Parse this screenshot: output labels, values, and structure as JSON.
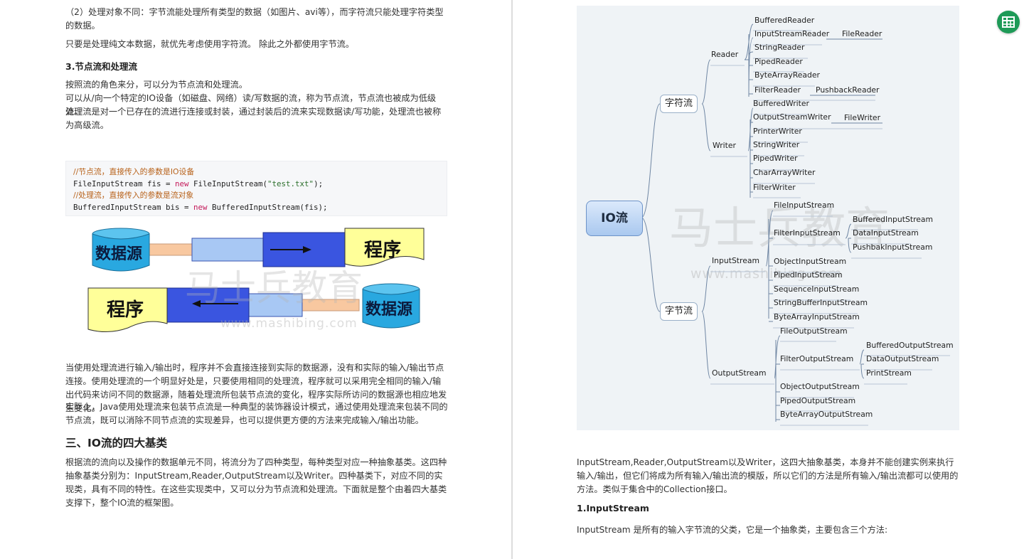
{
  "left": {
    "para1": "（2）处理对象不同：字节流能处理所有类型的数据（如图片、avi等），而字符流只能处理字符类型的数据。",
    "para2": "只要是处理纯文本数据，就优先考虑使用字符流。 除此之外都使用字节流。",
    "heading3": "3.节点流和处理流",
    "para3_l1": "按照流的角色来分，可以分为节点流和处理流。",
    "para3_l2": " 可以从/向一个特定的IO设备（如磁盘、网络）读/写数据的流，称为节点流，节点流也被成为低级流。",
    "para3_l3": " 处理流是对一个已存在的流进行连接或封装，通过封装后的流来实现数据读/写功能，处理流也被称为高级流。",
    "code": {
      "comment1": "//节点流，直接传入的参数是IO设备",
      "line2_a": "FileInputStream fis = ",
      "line2_kw": "new",
      "line2_b": " FileInputStream(",
      "line2_str": "\"test.txt\"",
      "line2_c": ");",
      "comment2": "//处理流，直接传入的参数是流对象",
      "line4_a": "BufferedInputStream bis = ",
      "line4_kw": "new",
      "line4_b": " BufferedInputStream(fis);"
    },
    "flow": {
      "source": "数据源",
      "program": "程序",
      "watermark": "马士兵教育",
      "watermark_url": "www.mashibing.com"
    },
    "para4": "当使用处理流进行输入/输出时，程序并不会直接连接到实际的数据源，没有和实际的输入/输出节点连接。使用处理流的一个明显好处是，只要使用相同的处理流，程序就可以采用完全相同的输入/输出代码来访问不同的数据源，随着处理流所包装节点流的变化，程序实际所访问的数据源也相应地发生变化。",
    "para5": " 实际上，Java使用处理流来包装节点流是一种典型的装饰器设计模式，通过使用处理流来包装不同的节点流，既可以消除不同节点流的实现差异，也可以提供更方便的方法来完成输入/输出功能。",
    "heading_section": "三、IO流的四大基类",
    "para6": "根据流的流向以及操作的数据单元不同，将流分为了四种类型，每种类型对应一种抽象基类。这四种抽象基类分别为：InputStream,Reader,OutputStream以及Writer。四种基类下，对应不同的实现类，具有不同的特性。在这些实现类中，又可以分为节点流和处理流。下面就是整个由着四大基类支撑下，整个IO流的框架图。"
  },
  "mindmap": {
    "root": "IO流",
    "char_stream": "字符流",
    "byte_stream": "字节流",
    "reader": "Reader",
    "writer": "Writer",
    "inputstream": "InputStream",
    "outputstream": "OutputStream",
    "reader_children": [
      "BufferedReader",
      "InputStreamReader",
      "StringReader",
      "PipedReader",
      "ByteArrayReader",
      "FilterReader"
    ],
    "file_reader": "FileReader",
    "pushback_reader": "PushbackReader",
    "writer_children": [
      "BufferedWriter",
      "OutputStreamWriter",
      "PrinterWriter",
      "StringWriter",
      "PipedWriter",
      "CharArrayWriter",
      "FilterWriter"
    ],
    "file_writer": "FileWriter",
    "inputstream_children": [
      "FileInputStream",
      "FilterInputStream",
      "ObjectInputStream",
      "PipedInputStream",
      "SequenceInputStream",
      "StringBufferInputStream",
      "ByteArrayInputStream"
    ],
    "filter_input_children": [
      "BufferedInputStream",
      "DataInputStream",
      "PushbakInputStream"
    ],
    "outputstream_children": [
      "FileOutputStream",
      "FilterOutputStream",
      "ObjectOutputStream",
      "PipedOutputStream",
      "ByteArrayOutputStream"
    ],
    "filter_output_children": [
      "BufferedOutputStream",
      "DataOutputStream",
      "PrintStream"
    ],
    "watermark": "马士兵教育",
    "watermark_url": "www.mashibing.com"
  },
  "right": {
    "para1": "InputStream,Reader,OutputStream以及Writer，这四大抽象基类，本身并不能创建实例来执行输入/输出，但它们将成为所有输入/输出流的模版，所以它们的方法是所有输入/输出流都可以使用的方法。类似于集合中的Collection接口。",
    "heading": "1.InputStream",
    "para2": "InputStream 是所有的输入字节流的父类，它是一个抽象类，主要包含三个方法:"
  },
  "colors": {
    "accent_green": "#1e9a57",
    "cylinder_blue": "#29a8e0",
    "program_yellow": "#ffff99",
    "pipe_dark_blue": "#3a55e0"
  }
}
